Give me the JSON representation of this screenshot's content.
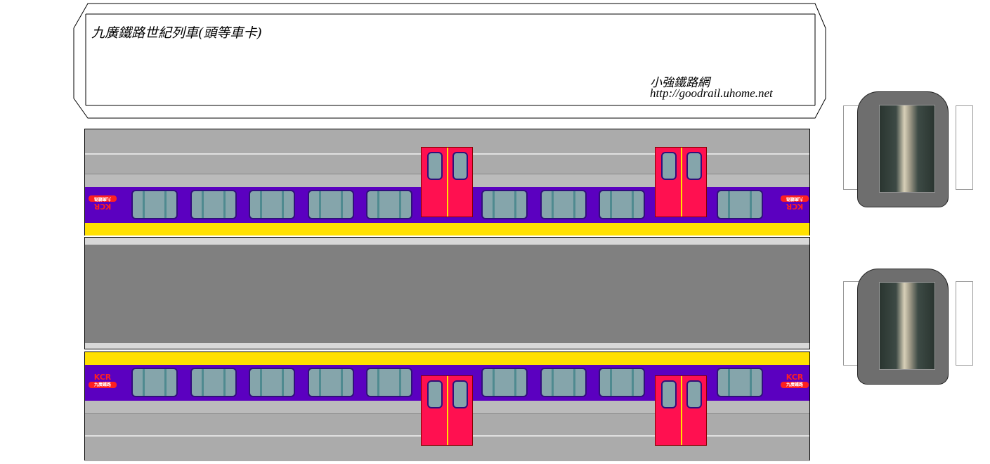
{
  "title": "九廣鐵路世紀列車(頭等車卡)",
  "site_name": "小強鐵路網",
  "site_url": "http://goodrail.uhome.net",
  "logo": {
    "abbr": "KCR",
    "chinese": "九廣鐵路"
  },
  "colors": {
    "purple": "#5b00c0",
    "yellow": "#ffe000",
    "door": "#ff1050",
    "roof": "#ababab",
    "floor": "#808080"
  }
}
